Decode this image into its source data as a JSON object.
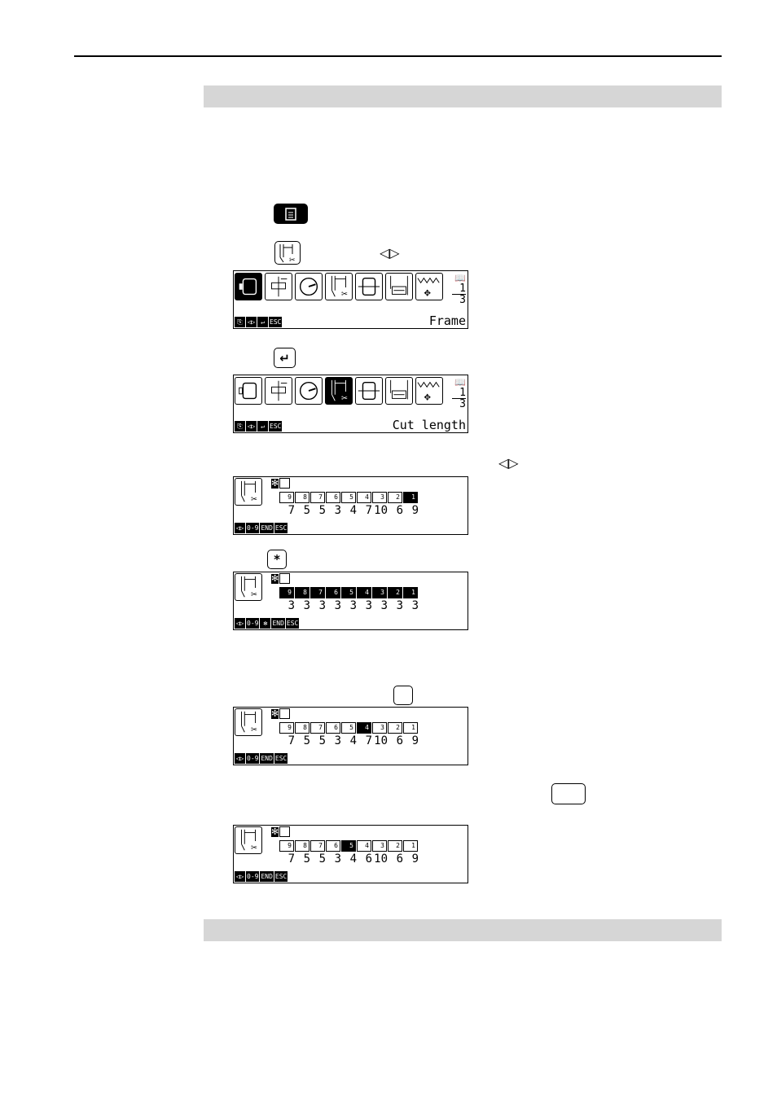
{
  "screen1": {
    "page_current": "1",
    "page_total": "3",
    "label": "Frame",
    "softkeys": [
      "⎘",
      "◁▷",
      "↵",
      "ESC"
    ]
  },
  "screen2": {
    "page_current": "1",
    "page_total": "3",
    "label": "Cut length",
    "softkeys": [
      "⎘",
      "◁▷",
      "↵",
      "ESC"
    ]
  },
  "screen3": {
    "values": [
      "7",
      "5",
      "5",
      "3",
      "4",
      "7",
      "10",
      "6",
      "9"
    ],
    "selected_needle": 1,
    "softkeys": [
      "◁▷",
      "0-9",
      "END",
      "ESC"
    ]
  },
  "screen4": {
    "values": [
      "3",
      "3",
      "3",
      "3",
      "3",
      "3",
      "3",
      "3",
      "3"
    ],
    "softkeys": [
      "◁▷",
      "0-9",
      "✻",
      "END",
      "ESC"
    ]
  },
  "screen5": {
    "values": [
      "7",
      "5",
      "5",
      "3",
      "4",
      "7",
      "10",
      "6",
      "9"
    ],
    "selected_needle": 4,
    "softkeys": [
      "◁▷",
      "0-9",
      "END",
      "ESC"
    ]
  },
  "screen6": {
    "values": [
      "7",
      "5",
      "5",
      "3",
      "4",
      "6",
      "10",
      "6",
      "9"
    ],
    "selected_needle": 5,
    "softkeys": [
      "◁▷",
      "0-9",
      "END",
      "ESC"
    ]
  },
  "needle_numbers": [
    "9",
    "8",
    "7",
    "6",
    "5",
    "4",
    "3",
    "2",
    "1"
  ],
  "keys": {
    "star": "*"
  }
}
